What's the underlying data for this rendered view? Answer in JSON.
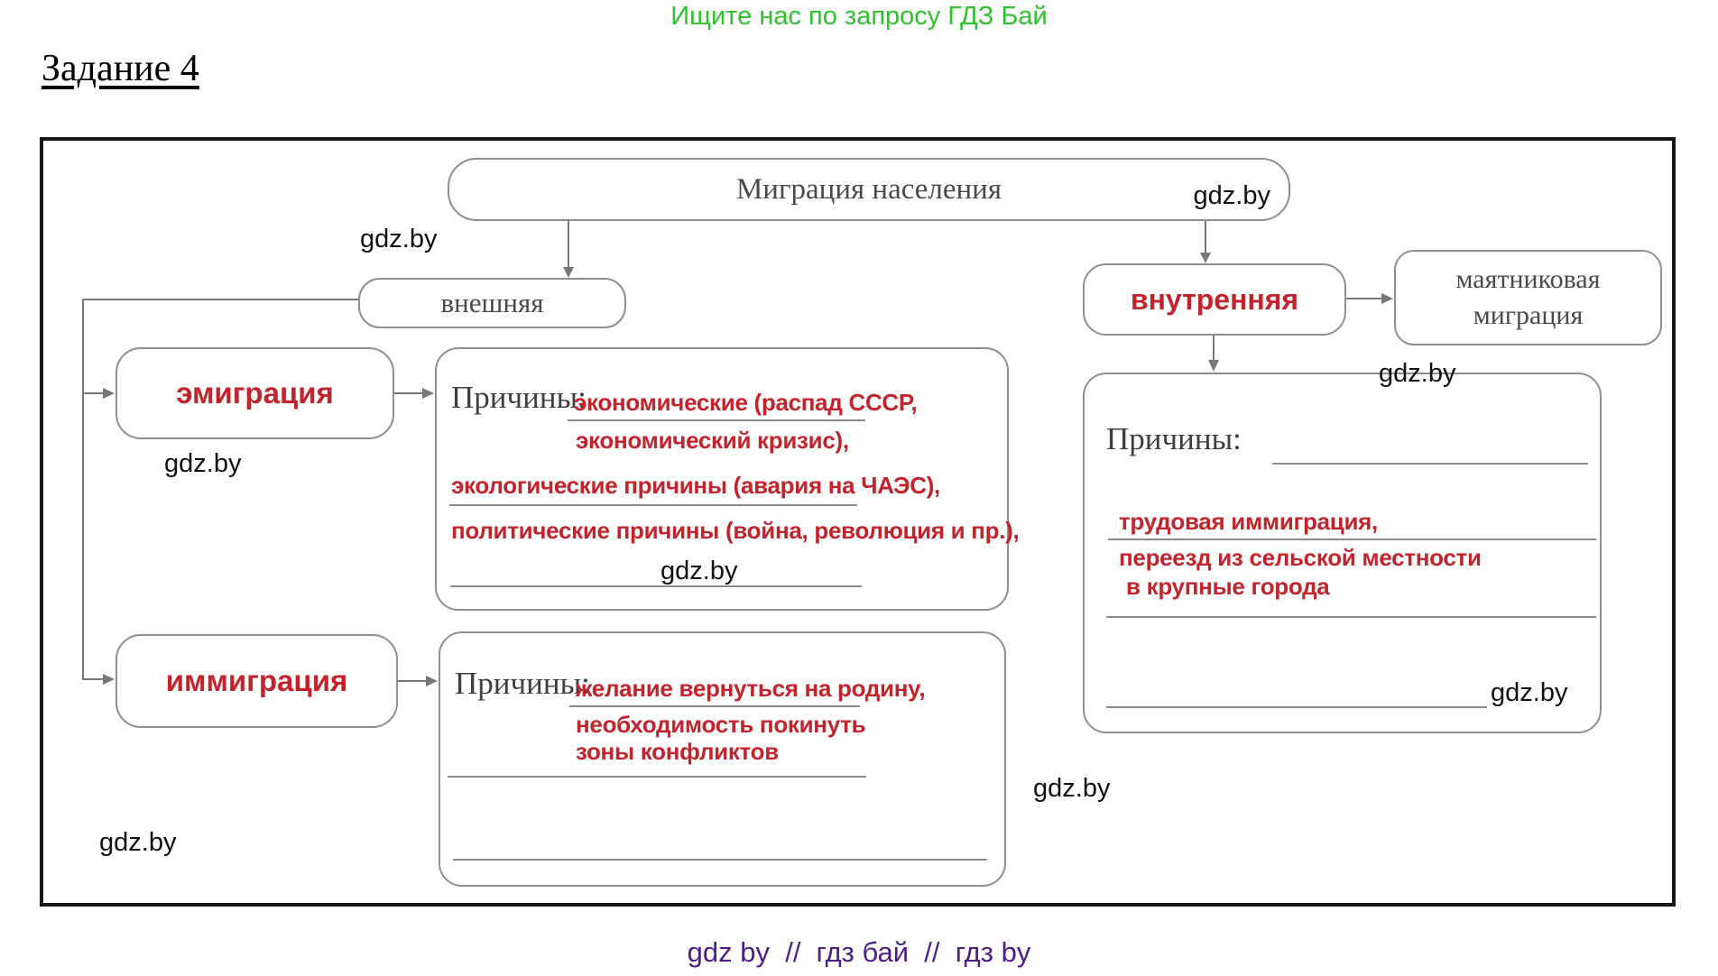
{
  "page": {
    "promo": "Ищите нас по запросу ГДЗ Бай",
    "task_title": "Задание 4",
    "watermark": "gdz.by",
    "footer": "gdz by  //  гдз бай  //  гдз by"
  },
  "diagram": {
    "root_label": "Миграция населения",
    "external_label": "внешняя",
    "internal_label": "внутренняя",
    "pendulum_line1": "маятниковая",
    "pendulum_line2": "миграция",
    "emigration_label": "эмиграция",
    "immigration_label": "иммиграция",
    "reasons_title": "Причины:",
    "emigration_reasons": {
      "line1": "экономические (распад СССР,",
      "line2": "экономический кризис),",
      "line3": "экологические причины (авария на ЧАЭС),",
      "line4": "политические причины (война, революция и пр.),"
    },
    "immigration_reasons": {
      "line1": "желание вернуться на родину,",
      "line2": "необходимость покинуть",
      "line3": "зоны конфликтов"
    },
    "internal_reasons": {
      "line1": "трудовая иммиграция,",
      "line2": "переезд из сельской местности",
      "line3": "в крупные города"
    }
  },
  "colors": {
    "promo_green": "#2cc32c",
    "answer_red": "#c3242c",
    "footer_purple": "#4c1d87",
    "box_border_gray": "#8f8f8f",
    "label_gray": "#4a4a4a",
    "frame_black": "#161616"
  }
}
